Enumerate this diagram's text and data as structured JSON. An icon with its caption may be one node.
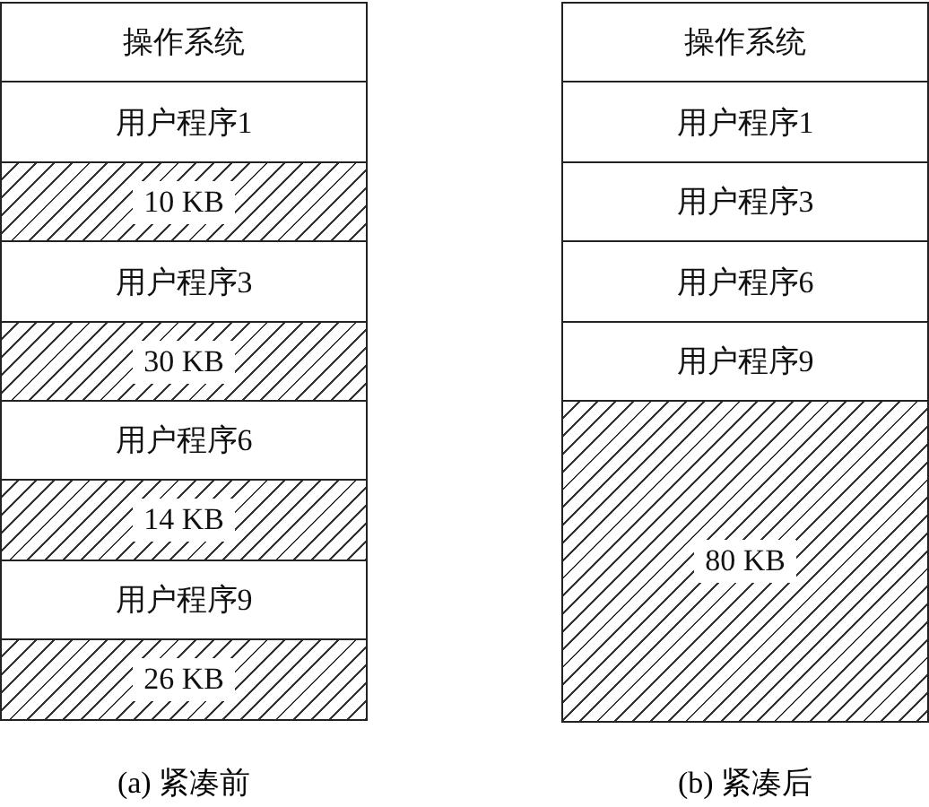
{
  "diagram": {
    "nodes": [
      {
        "text": [
          "操作系统"
        ]
      },
      {
        "text": [
          "用户程序1"
        ]
      },
      {
        "text": [
          "10 KB"
        ]
      },
      {
        "text": [
          "用户程序3"
        ]
      },
      {
        "text": [
          "30 KB"
        ]
      },
      {
        "text": [
          "用户程序6"
        ]
      },
      {
        "text": [
          "14 KB"
        ]
      },
      {
        "text": [
          "用户程序9"
        ]
      },
      {
        "text": [
          "26 KB"
        ]
      },
      {
        "text": [
          "操作系统"
        ]
      },
      {
        "text": [
          "用户程序1"
        ]
      },
      {
        "text": [
          "用户程序3"
        ]
      },
      {
        "text": [
          "用户程序6"
        ]
      },
      {
        "text": [
          "用户程序9"
        ]
      },
      {
        "text": [
          "80 KB"
        ]
      }
    ],
    "labels": [
      "(a) 紧凑前",
      "(b) 紧凑后"
    ]
  }
}
